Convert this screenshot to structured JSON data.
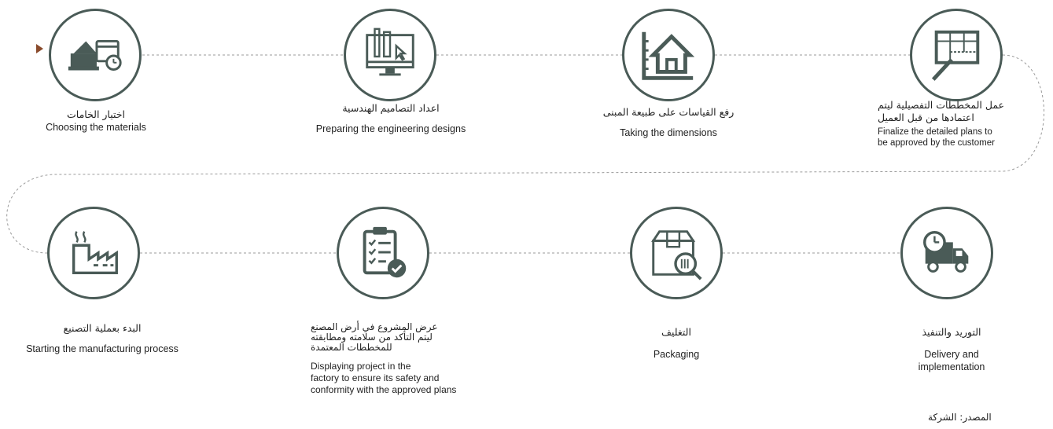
{
  "colors": {
    "icon": "#4a5b57",
    "line": "#9a9a9a",
    "arrow": "#8a4b2c"
  },
  "steps": [
    {
      "icon": "building-materials-calendar",
      "ar": "اختيار الخامات",
      "en": "Choosing the materials"
    },
    {
      "icon": "monitor-design-tools",
      "ar": "اعداد التصاميم الهندسية",
      "en": "Preparing the engineering designs"
    },
    {
      "icon": "house-measure",
      "ar": "رفع القياسات على طبيعة المبنى",
      "en": "Taking the dimensions"
    },
    {
      "icon": "blueprint-pen",
      "ar": "عمل المخططات التفصيلية ليتم\nاعتمادها من قبل العميل",
      "en": "Finalize the detailed plans to\nbe approved by the customer"
    },
    {
      "icon": "factory",
      "ar": "البدء بعملية التصنيع",
      "en": "Starting the manufacturing process"
    },
    {
      "icon": "clipboard-check",
      "ar": "عرض المشروع في أرض المصنع\nليتم التأكد من سلامته ومطابقته\nللمخططات المعتمدة",
      "en": "Displaying project in the\nfactory to ensure its safety and\nconformity with the approved plans"
    },
    {
      "icon": "box-barcode-search",
      "ar": "التغليف",
      "en": "Packaging"
    },
    {
      "icon": "delivery-truck-clock",
      "ar": "التوريد والتنفيذ",
      "en": "Delivery and implementation"
    }
  ],
  "source": "المصدر: الشركة"
}
